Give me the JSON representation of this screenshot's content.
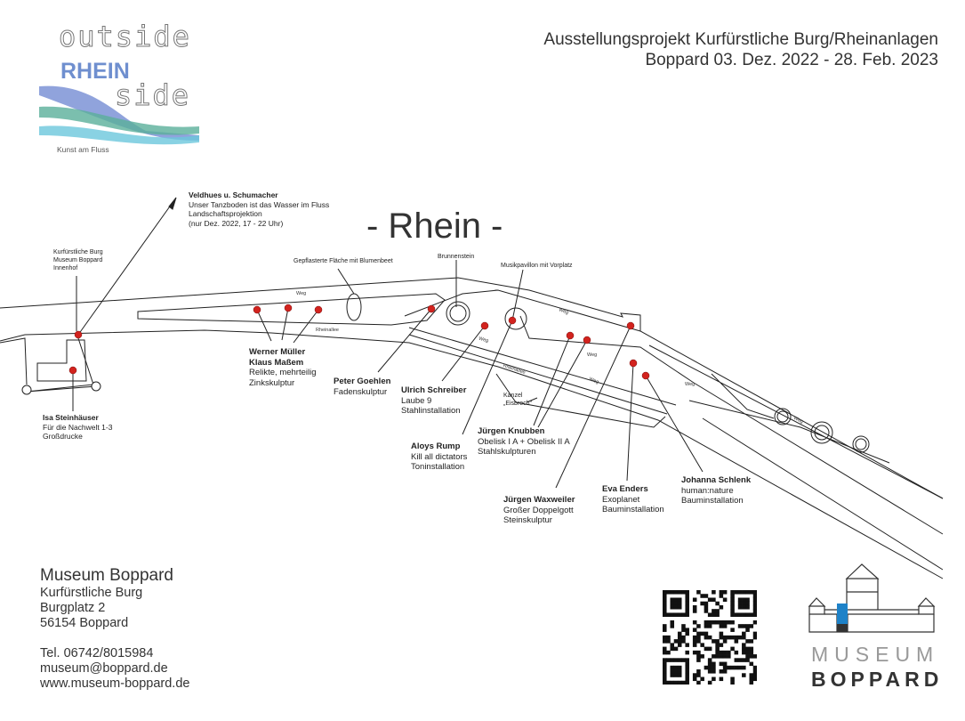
{
  "header": {
    "line1": "Ausstellungsprojekt Kurfürstliche Burg/Rheinanlagen",
    "line2": "Boppard 03. Dez. 2022 -  28. Feb. 2023"
  },
  "logo": {
    "word1": "outside",
    "word2": "RHEIN",
    "word3": "side",
    "tagline": "Kunst am Fluss"
  },
  "map": {
    "river_label": "- Rhein -",
    "places": {
      "burg": [
        "Kurfürstliche Burg",
        "Museum Boppard",
        "Innenhof"
      ],
      "flaeche": "Gepflasterte Fläche mit Blumenbeet",
      "brunnen": "Brunnenstein",
      "pavillon": "Musikpavillon mit Vorplatz",
      "kanzel": [
        "Kanzel",
        "„Eisbrech\""
      ],
      "weg": "Weg",
      "rheinallee": "Rheinallee"
    },
    "artists": [
      {
        "name": "Veldhues u. Schumacher",
        "lines": [
          "Unser Tanzboden ist das Wasser im Fluss",
          "Landschaftsprojektion",
          "(nur Dez. 2022, 17 - 22 Uhr)"
        ]
      },
      {
        "name": "Isa Steinhäuser",
        "lines": [
          "Für die Nachwelt 1-3",
          "Großdrucke"
        ]
      },
      {
        "name": "Werner Müller",
        "name2": "Klaus Maßem",
        "lines": [
          "Relikte, mehrteilig",
          "Zinkskulptur"
        ]
      },
      {
        "name": "Peter Goehlen",
        "lines": [
          "Fadenskulptur"
        ]
      },
      {
        "name": "Ulrich Schreiber",
        "lines": [
          "Laube 9",
          "Stahlinstallation"
        ]
      },
      {
        "name": "Aloys Rump",
        "lines": [
          "Kill all dictators",
          "Toninstallation"
        ]
      },
      {
        "name": "Jürgen Knubben",
        "lines": [
          "Obelisk I A + Obelisk II A",
          "Stahlskulpturen"
        ]
      },
      {
        "name": "Jürgen Waxweiler",
        "lines": [
          "Großer Doppelgott",
          "Steinskulptur"
        ]
      },
      {
        "name": "Eva Enders",
        "lines": [
          "Exoplanet",
          "Bauminstallation"
        ]
      },
      {
        "name": "Johanna Schlenk",
        "lines": [
          "human:nature",
          "Bauminstallation"
        ]
      }
    ],
    "marker_color": "#d2231e"
  },
  "address": {
    "title": "Museum Boppard",
    "lines": [
      "Kurfürstliche Burg",
      "Burgplatz 2",
      "56154 Boppard"
    ],
    "tel": "Tel. 06742/8015984",
    "email": "museum@boppard.de",
    "web": "www.museum-boppard.de"
  },
  "museum_logo": {
    "line1": "MUSEUM",
    "line2": "BOPPARD",
    "accent": "#1e82c8"
  }
}
